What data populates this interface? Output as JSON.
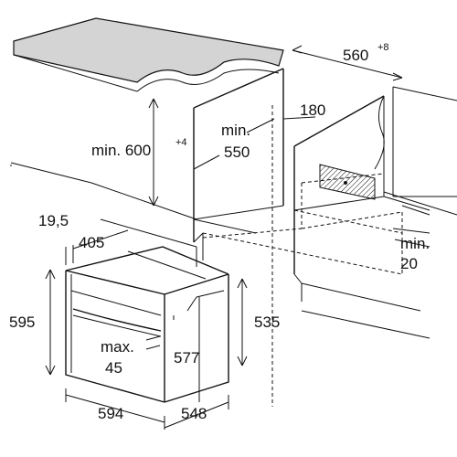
{
  "dimensions": {
    "niche_width": "560",
    "niche_width_tol": "+8",
    "depth_min": "min. 550",
    "depth_min_a": "min.",
    "depth_min_b": "550",
    "vent_gap": "180",
    "height_min": "min. 600",
    "height_min_a": "min. 600",
    "height_min_tol": "+4",
    "rear_gap_a": "min.",
    "rear_gap_b": "20",
    "front_panel_thickness": "19,5",
    "body_depth_top": "405",
    "oven_height": "595",
    "body_height": "535",
    "door_height": "577",
    "handle_a": "max.",
    "handle_b": "45",
    "oven_width": "594",
    "oven_depth": "548"
  }
}
